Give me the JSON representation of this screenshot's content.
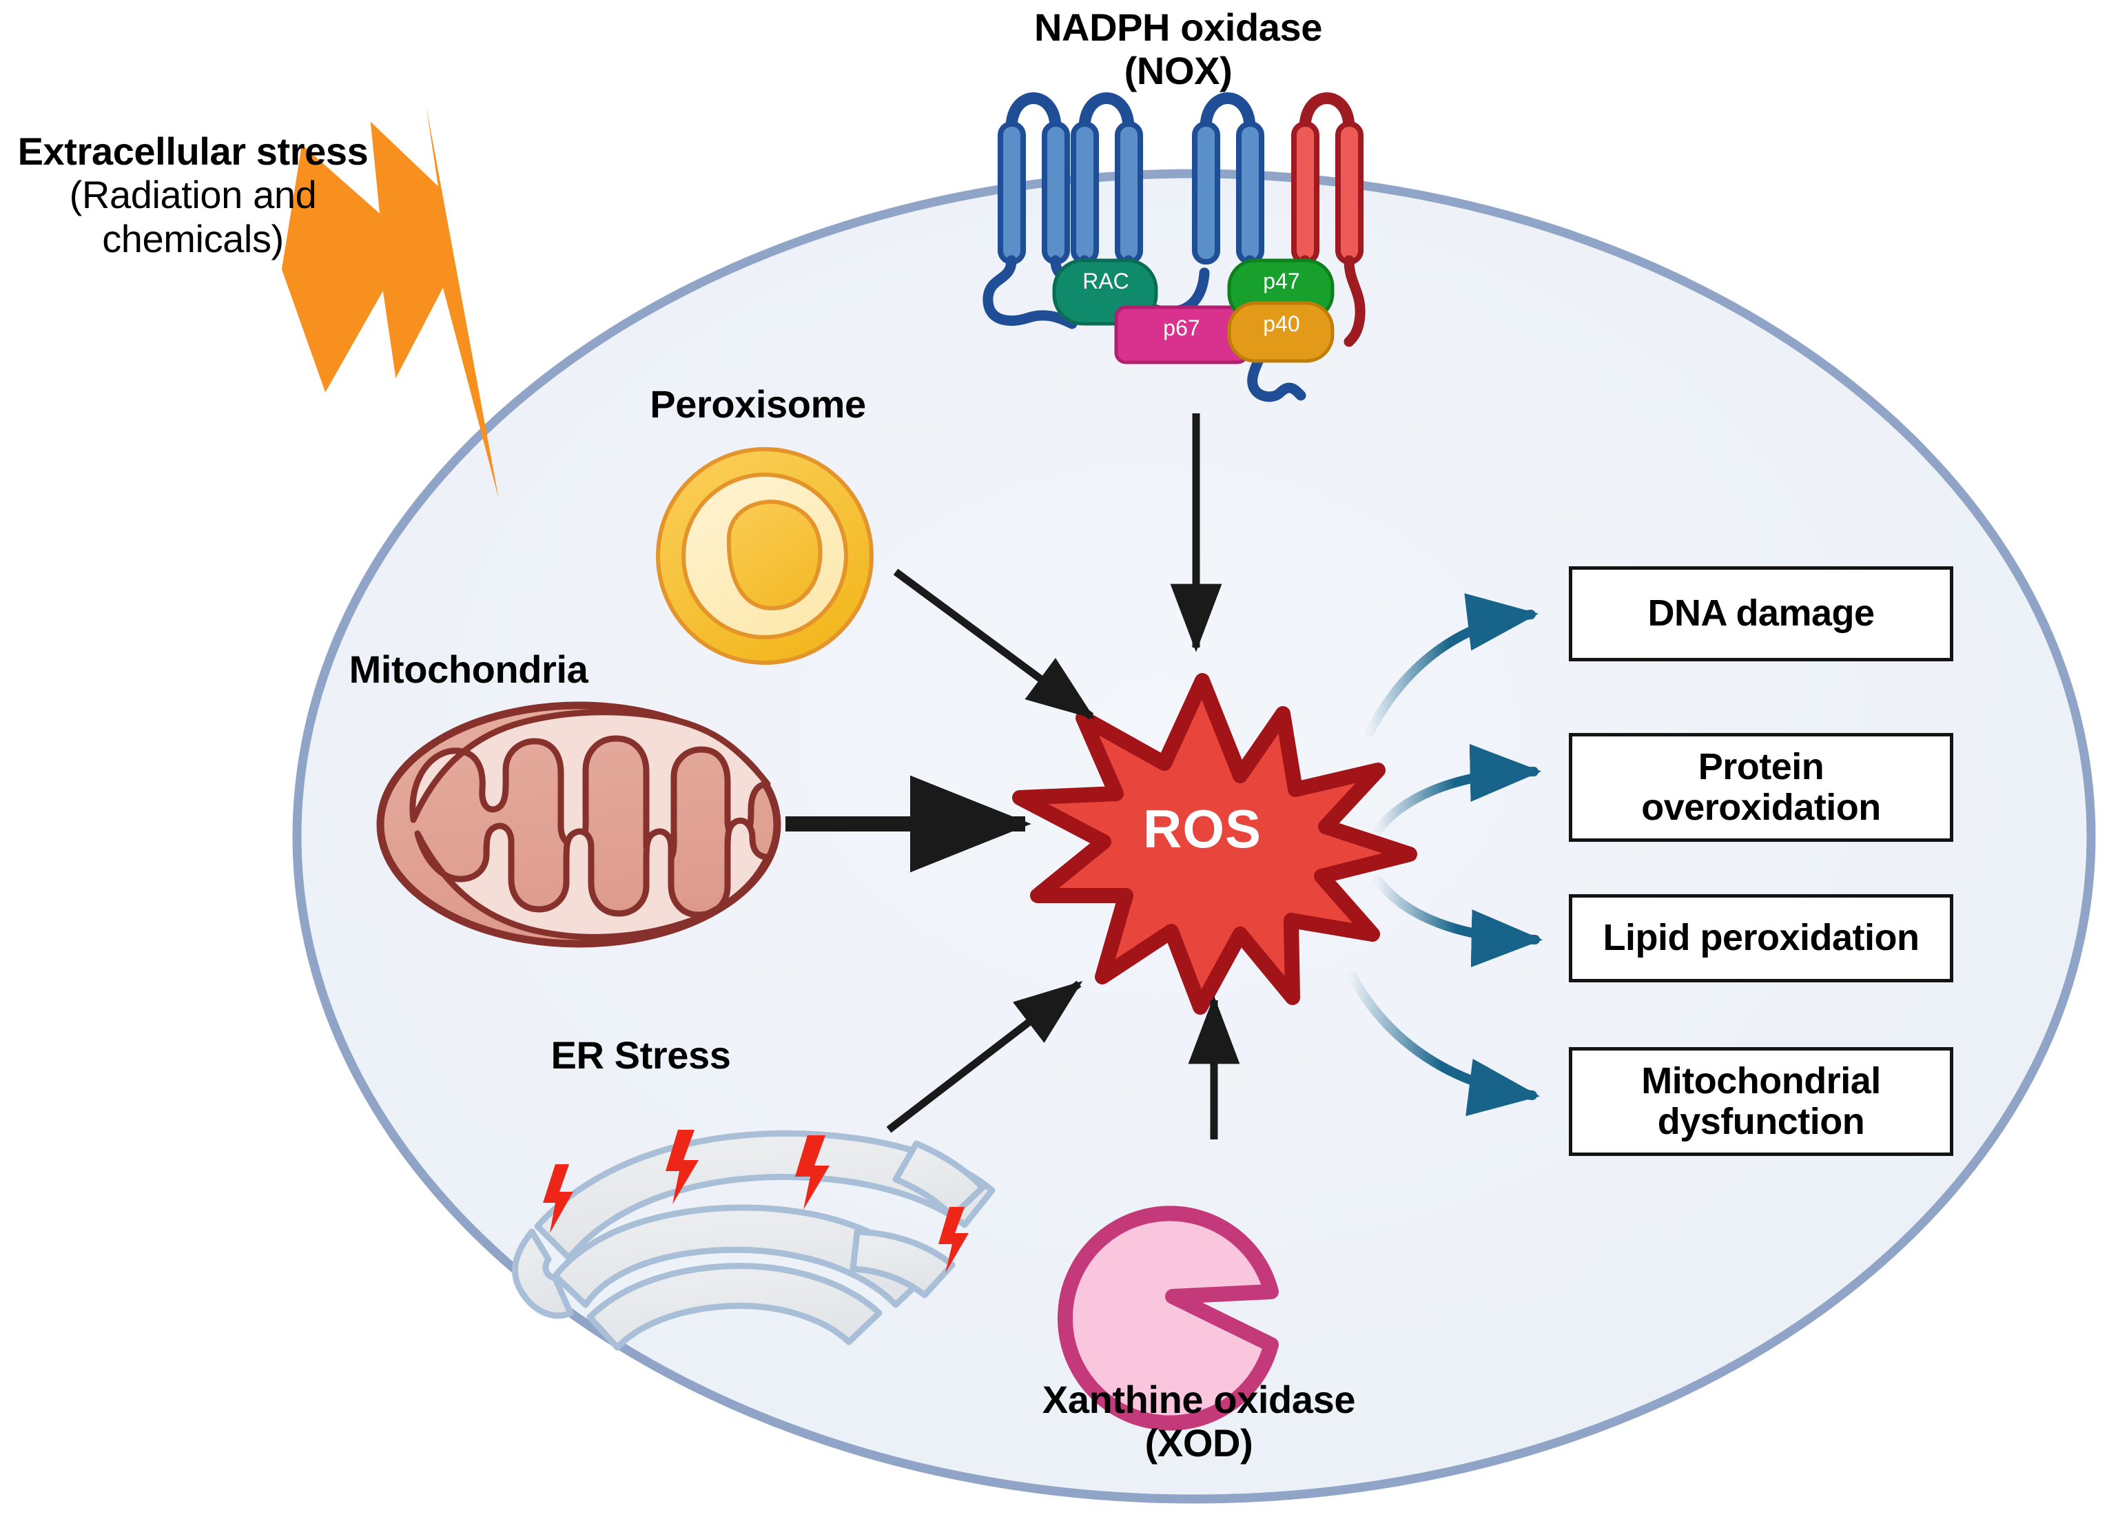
{
  "diagram": {
    "title_implied": "ROS generation sources and downstream damage in a cell",
    "colors": {
      "cell_fill": "#EFF3F9",
      "cell_stroke": "#8FA4C6",
      "ros_fill": "#E8453C",
      "ros_stroke": "#A31419",
      "nox_blue": "#5B8FC9",
      "nox_blue_stroke": "#1F4E96",
      "nox_red": "#EE5A55",
      "nox_red_stroke": "#9E1B22",
      "rac_fill": "#0F8A6A",
      "p67_fill": "#D9318E",
      "p47_fill": "#17A02C",
      "p40_fill": "#E39A18",
      "lightning_orange": "#F7901E",
      "lightning_red": "#EE2617",
      "peroxisome_outer": "#F6C032",
      "peroxisome_mid": "#FDEBB8",
      "peroxisome_core": "#F8C33E",
      "mitochondria_outer": "#E0A193",
      "mitochondria_stroke": "#86312C",
      "mitochondria_inner": "#F6DED8",
      "er_fill": "#E8EAEC",
      "er_stroke": "#A9BFD8",
      "xod_fill": "#F9C6DD",
      "xod_stroke": "#C4397A",
      "arrow_black": "#1A1A1A",
      "arrow_teal": "#176389"
    },
    "labels": {
      "extracellular_stress_line1": "Extracellular stress",
      "extracellular_stress_line2": "(Radiation and",
      "extracellular_stress_line3": "chemicals)",
      "nadph_oxidase_line1": "NADPH oxidase",
      "nadph_oxidase_line2": "(NOX)",
      "peroxisome": "Peroxisome",
      "mitochondria": "Mitochondria",
      "er_stress": "ER Stress",
      "xanthine_oxidase_line1": "Xanthine oxidase",
      "xanthine_oxidase_line2": "(XOD)",
      "ros": "ROS"
    },
    "nox_subunits": [
      {
        "id": "rac",
        "label": "RAC"
      },
      {
        "id": "p67",
        "label": "p67"
      },
      {
        "id": "p47",
        "label": "p47"
      },
      {
        "id": "p40",
        "label": "p40"
      }
    ],
    "outcome_boxes": [
      {
        "id": "dna-damage",
        "label": "DNA damage"
      },
      {
        "id": "protein-overoxidation",
        "label": "Protein\noveroxidation"
      },
      {
        "id": "lipid-peroxidation",
        "label": "Lipid peroxidation"
      },
      {
        "id": "mitochondrial-dysfunction",
        "label": "Mitochondrial\ndysfunction"
      }
    ],
    "ros_sources": [
      "NADPH oxidase (NOX)",
      "Peroxisome",
      "Mitochondria",
      "ER Stress",
      "Xanthine oxidase (XOD)"
    ]
  }
}
